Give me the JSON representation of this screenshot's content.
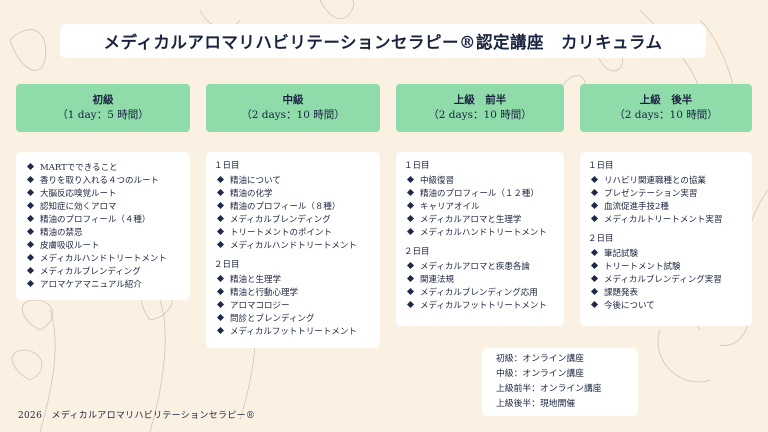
{
  "title": "メディカルアロマリハビリテーションセラピー®認定講座　カリキュラム",
  "levels": [
    {
      "name": "初級",
      "duration": "（1 day：5 時間）",
      "days": [
        {
          "label": "",
          "items": [
            "MARTでできること",
            "香りを取り入れる４つのルート",
            "大脳反応嗅覚ルート",
            "認知症に効くアロマ",
            "精油のプロフィール（４種）",
            "精油の禁忌",
            "皮膚吸収ルート",
            "メディカルハンドトリートメント",
            "メディカルブレンディング",
            "アロマケアマニュアル紹介"
          ]
        }
      ]
    },
    {
      "name": "中級",
      "duration": "（2 days：10 時間）",
      "days": [
        {
          "label": "１日目",
          "items": [
            "精油について",
            "精油の化学",
            "精油のプロフィール（８種）",
            "メディカルブレンディング",
            "トリートメントのポイント",
            "メディカルハンドトリートメント"
          ]
        },
        {
          "label": "２日目",
          "items": [
            "精油と生理学",
            "精油と行動心理学",
            "アロマコロジー",
            "問診とブレンディング",
            "メディカルフットトリートメント"
          ]
        }
      ]
    },
    {
      "name": "上級　前半",
      "duration": "（2 days：10 時間）",
      "days": [
        {
          "label": "１日目",
          "items": [
            "中級復習",
            "精油のプロフィール（１２種）",
            "キャリアオイル",
            "メディカルアロマと生理学",
            "メディカルハンドトリートメント"
          ]
        },
        {
          "label": "２日目",
          "items": [
            "メディカルアロマと疾患各論",
            "関連法規",
            "メディカルブレンディング応用",
            "メディカルフットトリートメント"
          ]
        }
      ]
    },
    {
      "name": "上級　後半",
      "duration": "（2 days：10 時間）",
      "days": [
        {
          "label": "１日目",
          "items": [
            "リハビリ関連職種との協業",
            "プレゼンテーション実習",
            "血流促進手技2種",
            "メディカルトリートメント実習"
          ]
        },
        {
          "label": "２日目",
          "items": [
            "筆記試験",
            "トリートメント試験",
            "メディカルブレンディング実習",
            "課題発表",
            "今後について"
          ]
        }
      ]
    }
  ],
  "delivery": [
    "初級：オンライン講座",
    "中級：オンライン講座",
    "上級前半：オンライン講座",
    "上級後半：現地開催"
  ],
  "footer": "2026　メディカルアロマリハビリテーションセラピー®",
  "colors": {
    "background": "#fbf1e3",
    "header_green": "#8fdbaa",
    "navy": "#1e2a4a"
  },
  "icons": {
    "bullet": "diamond-bullet-icon",
    "decoration": "botanical-line-art-icon"
  }
}
